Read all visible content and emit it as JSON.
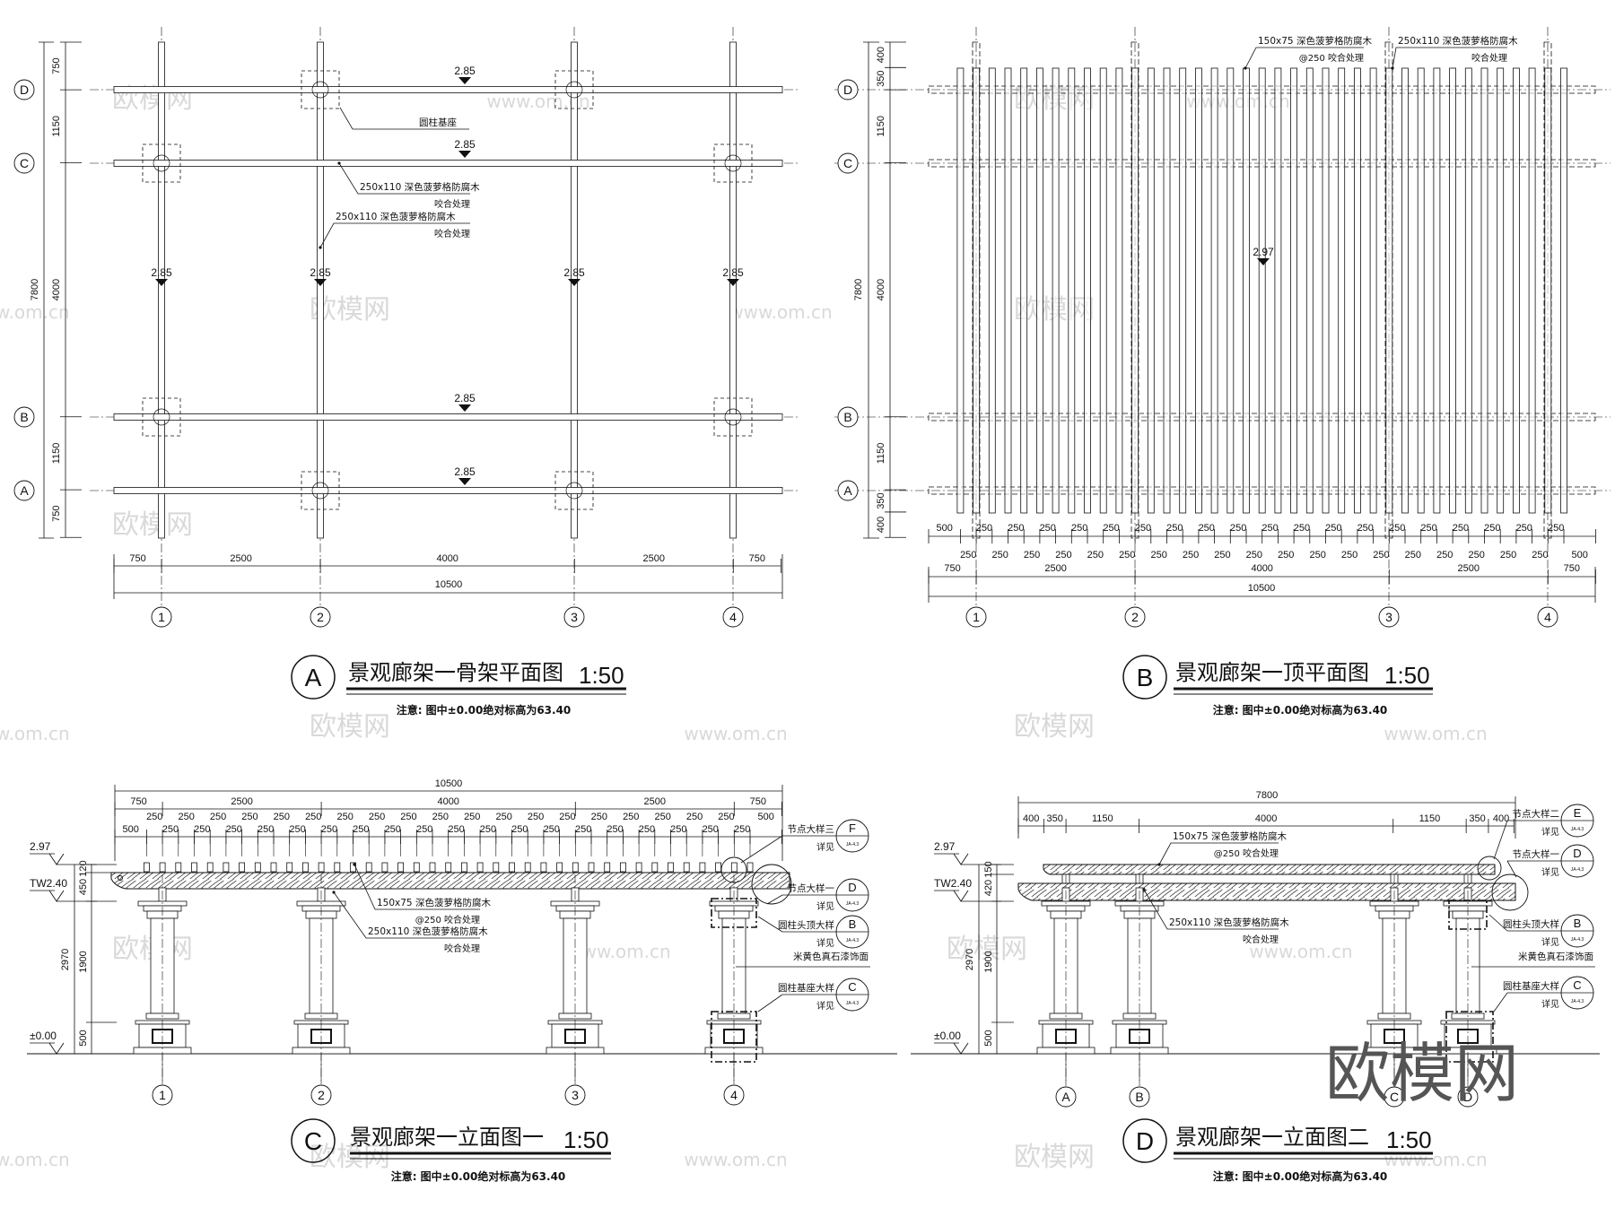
{
  "plan_skeleton": {
    "badge": "A",
    "title": "景观廊架一骨架平面图",
    "scale": "1:50",
    "note": "注意: 图中±0.00绝对标高为63.40",
    "grid_rows": [
      "D",
      "C",
      "B",
      "A"
    ],
    "grid_cols": [
      "1",
      "2",
      "3",
      "4"
    ],
    "dims_left": [
      "750",
      "1150",
      "4000",
      "1150",
      "750"
    ],
    "dim_left_total": "7800",
    "dims_bottom": [
      "750",
      "2500",
      "4000",
      "2500",
      "750"
    ],
    "dim_bottom_total": "10500",
    "beam_level": "2.85",
    "column_base_label": "圆柱基座",
    "member_label": "250x110 深色菠萝格防腐木",
    "member_note": "咬合处理"
  },
  "plan_roof": {
    "badge": "B",
    "title": "景观廊架一顶平面图",
    "scale": "1:50",
    "note": "注意: 图中±0.00绝对标高为63.40",
    "grid_rows": [
      "D",
      "C",
      "B",
      "A"
    ],
    "grid_cols": [
      "1",
      "2",
      "3",
      "4"
    ],
    "dims_left": [
      "400",
      "350",
      "1150",
      "4000",
      "1150",
      "350",
      "400"
    ],
    "dim_left_total": "7800",
    "joist_dims": [
      "500",
      "250",
      "500"
    ],
    "joist_count": 39,
    "dims_bottom": [
      "750",
      "2500",
      "4000",
      "2500",
      "750"
    ],
    "dim_bottom_total": "10500",
    "top_level": "2.97",
    "joist_label": "150x75 深色菠萝格防腐木",
    "joist_note": "@250 咬合处理",
    "beam_label": "250x110 深色菠萝格防腐木",
    "beam_note": "咬合处理"
  },
  "elevation_1": {
    "badge": "C",
    "title": "景观廊架一立面图一",
    "scale": "1:50",
    "note": "注意: 图中±0.00绝对标高为63.40",
    "grid_cols": [
      "1",
      "2",
      "3",
      "4"
    ],
    "dim_total": "10500",
    "dims_main": [
      "750",
      "2500",
      "4000",
      "2500",
      "750"
    ],
    "joist_dims": [
      "500",
      "250",
      "500"
    ],
    "levels": [
      "2.97",
      "TW2.40",
      "±0.00"
    ],
    "dims_vertical": {
      "total": "2970",
      "parts": [
        "120",
        "450",
        "1900",
        "500"
      ]
    },
    "joist_label": "150x75 深色菠萝格防腐木",
    "joist_note": "@250 咬合处理",
    "beam_label": "250x110 深色菠萝格防腐木",
    "beam_note": "咬合处理",
    "callouts": [
      {
        "label": "节点大样三",
        "see": "详见",
        "letter": "F",
        "ref": "JA-4.3"
      },
      {
        "label": "节点大样一",
        "see": "详见",
        "letter": "D",
        "ref": "JA-4.3"
      },
      {
        "label": "圆柱头顶大样",
        "see": "详见",
        "letter": "B",
        "ref": "JA-4.3"
      },
      {
        "label": "圆柱基座大样",
        "see": "详见",
        "letter": "C",
        "ref": "JA-4.3"
      }
    ],
    "finish_label": "米黄色真石漆饰面"
  },
  "elevation_2": {
    "badge": "D",
    "title": "景观廊架一立面图二",
    "scale": "1:50",
    "note": "注意: 图中±0.00绝对标高为63.40",
    "grid_cols": [
      "A",
      "B",
      "C",
      "D"
    ],
    "dim_total": "7800",
    "dims_main": [
      "400",
      "350",
      "1150",
      "4000",
      "1150",
      "350",
      "400"
    ],
    "levels": [
      "2.97",
      "TW2.40",
      "±0.00"
    ],
    "dims_vertical": {
      "total": "2970",
      "parts": [
        "150",
        "420",
        "1900",
        "500"
      ]
    },
    "joist_label": "150x75 深色菠萝格防腐木",
    "joist_note": "@250 咬合处理",
    "beam_label": "250x110 深色菠萝格防腐木",
    "beam_note": "咬合处理",
    "callouts": [
      {
        "label": "节点大样二",
        "see": "详见",
        "letter": "E",
        "ref": "JA-4.3"
      },
      {
        "label": "节点大样一",
        "see": "详见",
        "letter": "D",
        "ref": "JA-4.3"
      },
      {
        "label": "圆柱头顶大样",
        "see": "详见",
        "letter": "B",
        "ref": "JA-4.3"
      },
      {
        "label": "圆柱基座大样",
        "see": "详见",
        "letter": "C",
        "ref": "JA-4.3"
      }
    ],
    "finish_label": "米黄色真石漆饰面"
  },
  "watermark": {
    "brand": "欧模网",
    "url": "www.om.cn"
  },
  "colors": {
    "ink": "#111111",
    "watermark": "#d9d9d9",
    "big_watermark": "#555555"
  }
}
